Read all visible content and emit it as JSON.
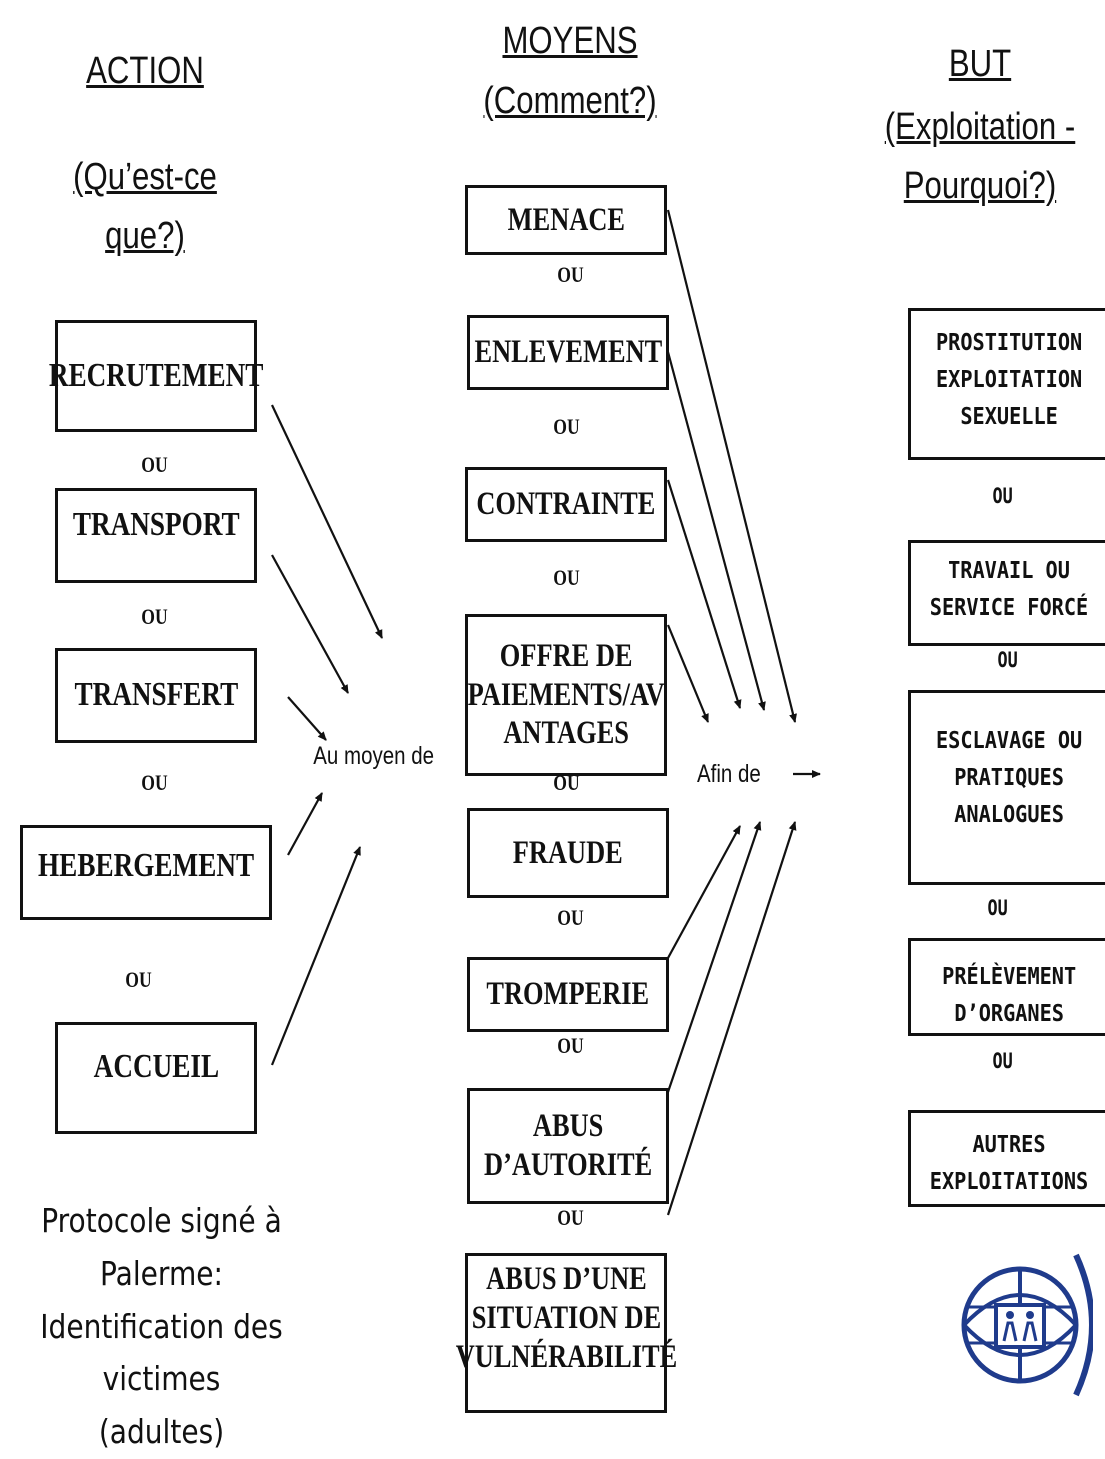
{
  "headers": {
    "action_title": "ACTION",
    "action_subtitle": "(Qu’est-ce\nque?)",
    "moyens_title": "MOYENS",
    "moyens_subtitle": "(Comment?)",
    "but_title": "BUT",
    "but_subtitle": "(Exploitation -\nPourquoi?)"
  },
  "separator": "OU",
  "actions": [
    "RECRUTEMENT",
    "TRANSPORT",
    "TRANSFERT",
    "HEBERGEMENT",
    "ACCUEIL"
  ],
  "moyens": [
    "MENACE",
    "ENLEVEMENT",
    "CONTRAINTE",
    "OFFRE DE\nPAIEMENTS/AV\nANTAGES",
    "FRAUDE",
    "TROMPERIE",
    "ABUS\nD’AUTORITÉ",
    "ABUS D’UNE\nSITUATION DE\nVULNÉRABILITÉ"
  ],
  "buts": [
    "PROSTITUTION\nEXPLOITATION\nSEXUELLE",
    "TRAVAIL OU\nSERVICE FORCÉ",
    "ESCLAVAGE OU\nPRATIQUES\nANALOGUES",
    "PRÉLÈVEMENT\nD’ORGANES",
    "AUTRES\nEXPLOITATIONS"
  ],
  "connectors": {
    "au_moyen_de": "Au moyen de",
    "afin_de": "Afin de"
  },
  "caption": "Protocole signé à Palerme:\nIdentification des victimes\n(adultes)",
  "logo_icon": "iom-logo-icon"
}
